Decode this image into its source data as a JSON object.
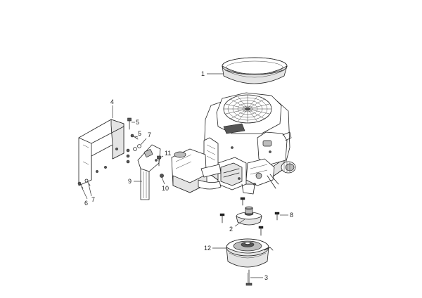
{
  "callouts": [
    {
      "id": "c1",
      "label": "1"
    },
    {
      "id": "c2",
      "label": "2"
    },
    {
      "id": "c3",
      "label": "3"
    },
    {
      "id": "c4",
      "label": "4"
    },
    {
      "id": "c5a",
      "label": "5"
    },
    {
      "id": "c5b",
      "label": "5"
    },
    {
      "id": "c6",
      "label": "6"
    },
    {
      "id": "c7a",
      "label": "7"
    },
    {
      "id": "c7b",
      "label": "7"
    },
    {
      "id": "c8",
      "label": "8"
    },
    {
      "id": "c9",
      "label": "9"
    },
    {
      "id": "c10",
      "label": "10"
    },
    {
      "id": "c11",
      "label": "11"
    },
    {
      "id": "c12",
      "label": "12"
    }
  ]
}
